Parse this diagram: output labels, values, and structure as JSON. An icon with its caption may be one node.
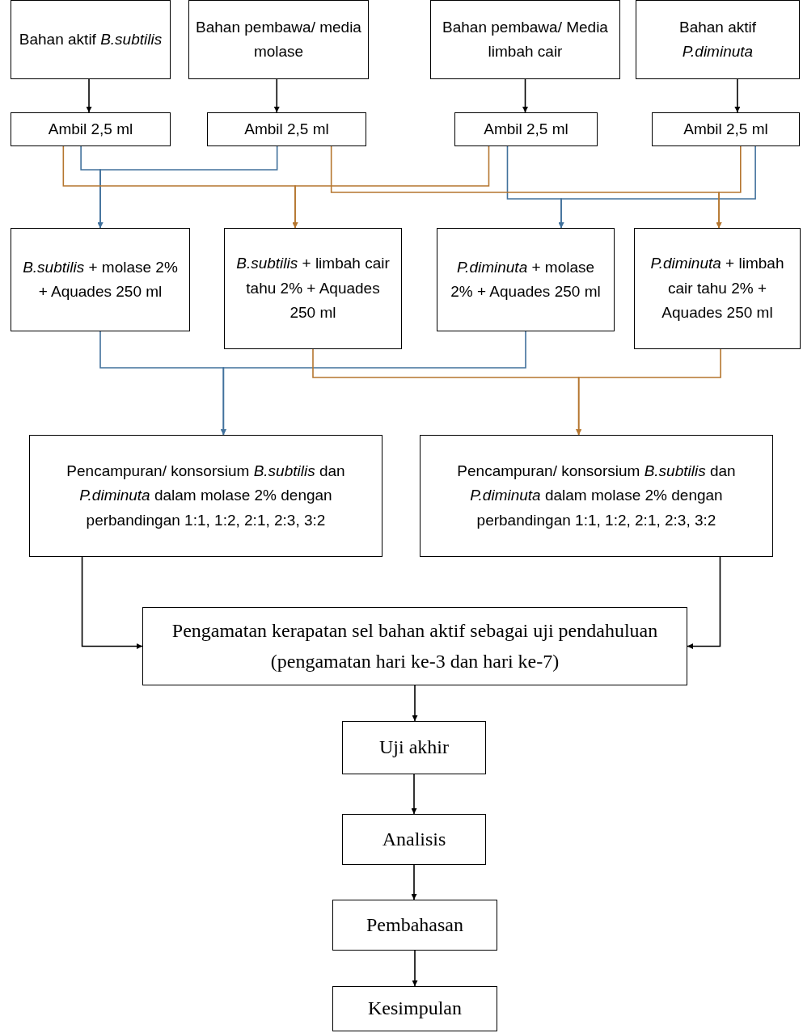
{
  "diagram": {
    "nodes": [
      {
        "text": [
          "Bahan aktif *B.subtilis*"
        ]
      },
      {
        "text": [
          "Bahan pembawa/ media molase"
        ]
      },
      {
        "text": [
          "Bahan pembawa/ Media limbah cair"
        ]
      },
      {
        "text": [
          "Bahan aktif *P.diminuta*"
        ]
      },
      {
        "text": [
          "Ambil 2,5 ml"
        ]
      },
      {
        "text": [
          "Ambil 2,5 ml"
        ]
      },
      {
        "text": [
          "Ambil 2,5 ml"
        ]
      },
      {
        "text": [
          "Ambil 2,5 ml"
        ]
      },
      {
        "text": [
          "*B.subtilis* + molase 2% + Aquades 250 ml"
        ]
      },
      {
        "text": [
          "*B.subtilis* + limbah cair tahu 2% + Aquades 250 ml"
        ]
      },
      {
        "text": [
          "*P.diminuta* + molase 2% + Aquades 250 ml"
        ]
      },
      {
        "text": [
          "*P.diminuta* + limbah cair tahu 2% + Aquades 250 ml"
        ]
      },
      {
        "text": [
          "Pencampuran/ konsorsium *B.subtilis* dan *P.diminuta* dalam molase 2% dengan perbandingan 1:1, 1:2, 2:1, 2:3, 3:2"
        ]
      },
      {
        "text": [
          "Pencampuran/ konsorsium *B.subtilis* dan *P.diminuta* dalam molase 2% dengan perbandingan 1:1, 1:2, 2:1, 2:3, 3:2"
        ]
      },
      {
        "text": [
          "Pengamatan kerapatan sel bahan aktif sebagai uji pendahuluan (pengamatan hari ke-3 dan hari ke-7)"
        ]
      },
      {
        "text": [
          "Uji akhir"
        ]
      },
      {
        "text": [
          "Analisis"
        ]
      },
      {
        "text": [
          "Pembahasan"
        ]
      },
      {
        "text": [
          "Kesimpulan"
        ]
      }
    ],
    "edges": [
      {
        "from": 0,
        "to": 4,
        "arrow": "to"
      },
      {
        "from": 1,
        "to": 5,
        "arrow": "to"
      },
      {
        "from": 2,
        "to": 6,
        "arrow": "to"
      },
      {
        "from": 3,
        "to": 7,
        "arrow": "to"
      },
      {
        "from": 4,
        "to": 8,
        "arrow": "to",
        "color": "#41719c"
      },
      {
        "from": 5,
        "to": 8,
        "arrow": "to",
        "color": "#41719c"
      },
      {
        "from": 4,
        "to": 9,
        "arrow": "to",
        "color": "#b5762f"
      },
      {
        "from": 6,
        "to": 9,
        "arrow": "to",
        "color": "#b5762f"
      },
      {
        "from": 6,
        "to": 10,
        "arrow": "to",
        "color": "#41719c"
      },
      {
        "from": 7,
        "to": 10,
        "arrow": "to",
        "color": "#41719c"
      },
      {
        "from": 5,
        "to": 11,
        "arrow": "to",
        "color": "#b5762f"
      },
      {
        "from": 7,
        "to": 11,
        "arrow": "to",
        "color": "#b5762f"
      },
      {
        "from": 8,
        "to": 12,
        "arrow": "to",
        "color": "#41719c"
      },
      {
        "from": 10,
        "to": 12,
        "arrow": "to",
        "color": "#41719c"
      },
      {
        "from": 9,
        "to": 13,
        "arrow": "to",
        "color": "#b5762f"
      },
      {
        "from": 11,
        "to": 13,
        "arrow": "to",
        "color": "#b5762f"
      },
      {
        "from": 12,
        "to": 14,
        "arrow": "to"
      },
      {
        "from": 13,
        "to": 14,
        "arrow": "to"
      },
      {
        "from": 14,
        "to": 15,
        "arrow": "to"
      },
      {
        "from": 15,
        "to": 16,
        "arrow": "to"
      },
      {
        "from": 16,
        "to": 17,
        "arrow": "to"
      },
      {
        "from": 17,
        "to": 18,
        "arrow": "to"
      }
    ]
  }
}
